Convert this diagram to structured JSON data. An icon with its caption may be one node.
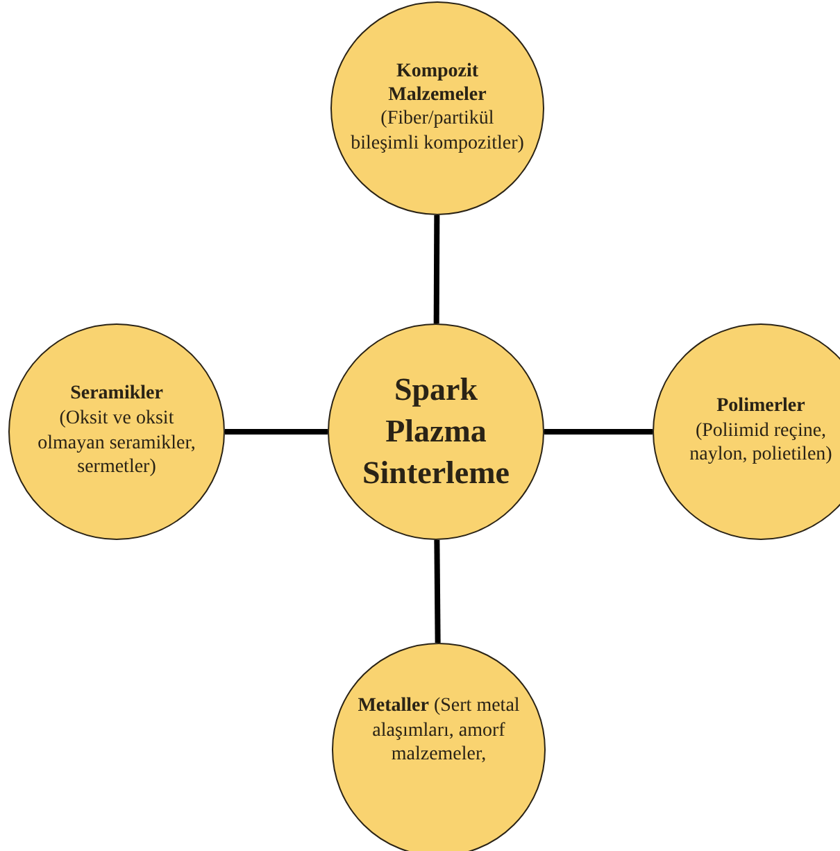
{
  "diagram": {
    "nodes": [
      {
        "text": [
          "Spark Plazma Sinterleme"
        ]
      },
      {
        "text": [
          "Kompozit Malzemeler",
          "(Fiber/partikül bileşimli kompozitler)"
        ]
      },
      {
        "text": [
          "Seramikler",
          "(Oksit ve oksit olmayan seramikler, sermetler)"
        ]
      },
      {
        "text": [
          "Polimerler",
          "(Poliimid reçine, naylon, polietilen)"
        ]
      },
      {
        "text": [
          "**Metaller** (Sert metal alaşımları, amorf malzemeler,"
        ]
      }
    ],
    "edges": [
      {
        "from": 0,
        "to": 1,
        "arrow": "none"
      },
      {
        "from": 0,
        "to": 2,
        "arrow": "none"
      },
      {
        "from": 0,
        "to": 3,
        "arrow": "none"
      },
      {
        "from": 0,
        "to": 4,
        "arrow": "none"
      }
    ]
  }
}
